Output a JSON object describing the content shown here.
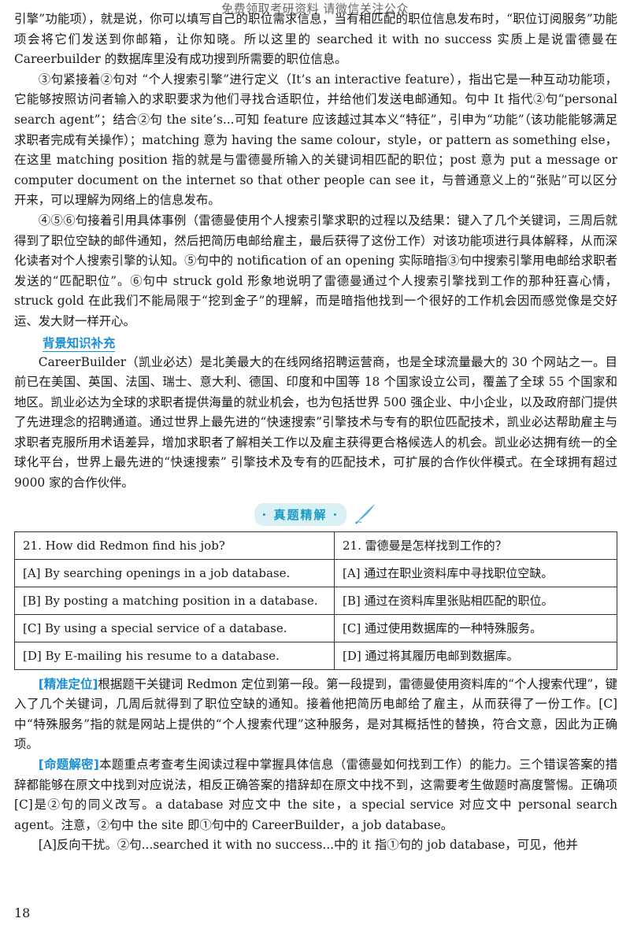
{
  "watermark": "免费领取考研资料 请微信关注公众",
  "paragraphs": [
    "引擎”功能项），就是说，你可以填写自己的职位需求信息，当有相匹配的职位信息发布时，“职位订阅服务”功能项会将它们发送到你邮箱，让你知晓。所以这里的 searched it with no success 实质上是说雷德曼在 Careerbuilder 的数据库里没有成功搜到所需要的职位信息。",
    "③句紧接着②句对 “个人搜索引擎”进行定义（It’s an interactive feature），指出它是一种互动功能项，它能够按照访问者输入的求职要求为他们寻找合适职位，并给他们发送电邮通知。句中 It 指代②句“personal search agent”；结合②句 the site’s...可知 feature 应该越过其本义“特征”，引申为“功能”（该功能能够满足求职者完成有关操作）；matching 意为 having the same colour，style，or pattern as something else，在这里 matching position 指的就是与雷德曼所输入的关键词相匹配的职位；post 意为 put a message or computer document on the internet so that other people can see it，与普通意义上的“张贴”可以区分开来，可以理解为网络上的信息发布。",
    "④⑤⑥句接着引用具体事例（雷德曼使用个人搜索引擎求职的过程以及结果：键入了几个关键词，三周后就得到了职位空缺的邮件通知，然后把简历电邮给雇主，最后获得了这份工作）对该功能项进行具体解释，从而深化读者对个人搜索引擎的认知。⑤句中的 notification of an opening 实际暗指③句中搜索引擎用电邮给求职者发送的“匹配职位”。⑥句中 struck gold 形象地说明了雷德曼通过个人搜索引擎找到工作的那种狂喜心情，struck gold 在此我们不能局限于“挖到金子”的理解，而是暗指他找到一个很好的工作机会因而感觉像是交好运、发大财一样开心。"
  ],
  "background": {
    "title": "背景知识补充",
    "text": "CareerBuilder（凯业必达）是北美最大的在线网络招聘运营商，也是全球流量最大的 30 个网站之一。目前已在美国、英国、法国、瑞士、意大利、德国、印度和中国等 18 个国家设立公司，覆盖了全球 55 个国家和地区。凯业必达为全球的求职者提供海量的就业机会，也为包括世界 500 强企业、中小企业，以及政府部门提供了先进理念的招聘通道。通过世界上最先进的“快速搜索”引擎技术与专有的职位匹配技术，凯业必达帮助雇主与求职者克服所用术语差异，增加求职者了解相关工作以及雇主获得更合格候选人的机会。凯业必达拥有统一的全球化平台，世界上最先进的“快速搜索” 引擎技术及专有的匹配技术，可扩展的合作伙伴模式。在全球拥有超过 9000 家的合作伙伴。"
  },
  "exam_banner": "· 真题精解 ·",
  "question": {
    "rows": [
      {
        "en": "21. How did Redmon find his job?",
        "zh": "21. 雷德曼是怎样找到工作的？"
      },
      {
        "en": "[A] By searching openings in a job database.",
        "zh": "[A] 通过在职业资料库中寻找职位空缺。"
      },
      {
        "en": "[B] By posting a matching position in a database.",
        "zh": "[B] 通过在资料库里张贴相匹配的职位。"
      },
      {
        "en": "[C] By using a special service of a database.",
        "zh": "[C] 通过使用数据库的一种特殊服务。"
      },
      {
        "en": "[D] By E-mailing his resume to a database.",
        "zh": "[D] 通过将其履历电邮到数据库。"
      }
    ]
  },
  "analysis": {
    "locate_tag": "[精准定位]",
    "locate_text": "根据题干关键词 Redmon 定位到第一段。第一段提到，雷德曼使用资料库的“个人搜索代理”，键入了几个关键词，几周后就得到了职位空缺的通知。接着他把简历电邮给了雇主，从而获得了一份工作。[C]中“特殊服务”指的就是网站上提供的“个人搜索代理”这种服务，是对其概括性的替换，符合文意，因此为正确项。",
    "intent_tag": "[命题解密]",
    "intent_text": "本题重点考查考生阅读过程中掌握具体信息（雷德曼如何找到工作）的能力。三个错误答案的措辞都能够在原文中找到对应说法，相反正确答案的措辞却在原文中找不到，这需要考生做题时高度警惕。正确项[C]是②句的同义改写。a database 对应文中 the site，a special service 对应文中 personal search agent。注意，②句中 the site 即①句中的 CareerBuilder，a job database。",
    "last_text": "[A]反向干扰。②句...searched it with no success...中的 it 指①句的 job database，可见，他并"
  },
  "page_number": "18"
}
